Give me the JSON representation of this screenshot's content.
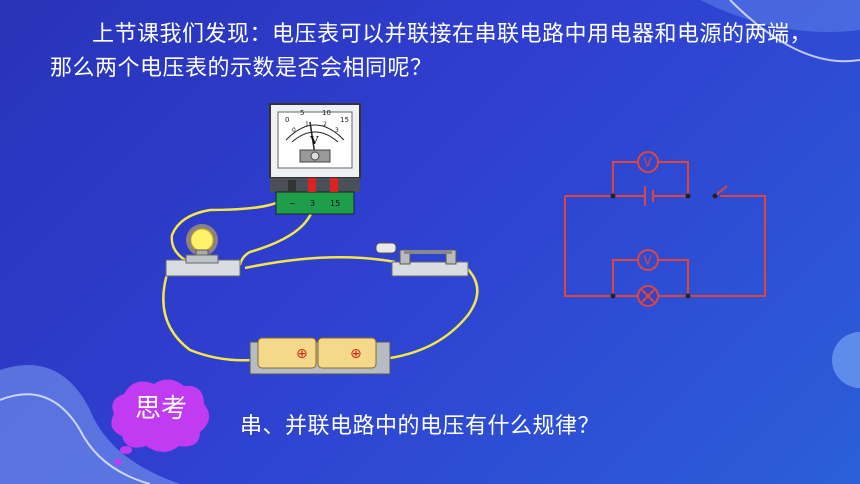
{
  "intro_text": "上节课我们发现：电压表可以并联接在串联电路中用电器和电源的两端，那么两个电压表的示数是否会相同呢？",
  "think_label": "思考",
  "question": "串、并联电路中的电压有什么规律？",
  "voltmeter": {
    "unit_symbol": "V",
    "outer_scale": [
      "0",
      "5",
      "10",
      "15"
    ],
    "inner_scale": [
      "0",
      "1",
      "2",
      "3"
    ],
    "terminal_labels": [
      "−",
      "3",
      "15"
    ]
  },
  "battery_marks": [
    "⊕",
    "⊕"
  ],
  "diagram_meter_symbol": "V",
  "colors": {
    "background": "#2f3fd0",
    "wire": "#f2e64b",
    "circuit_line": "#e0453c",
    "think_bubble": "#c13bf2",
    "text": "#ffffff"
  }
}
